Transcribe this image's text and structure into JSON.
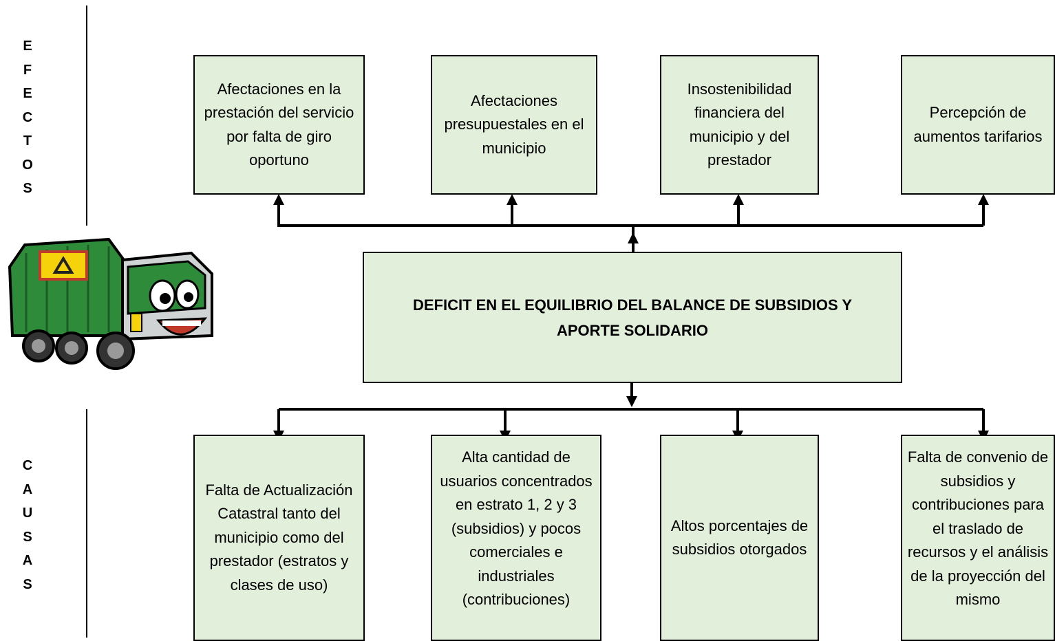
{
  "labels": {
    "effects": [
      "E",
      "F",
      "E",
      "C",
      "T",
      "O",
      "S"
    ],
    "causes": [
      "C",
      "A",
      "U",
      "S",
      "A",
      "S"
    ]
  },
  "problem": "DEFICIT EN EL EQUILIBRIO DEL BALANCE DE SUBSIDIOS Y APORTE SOLIDARIO",
  "effects": [
    "Afectaciones en la prestación del servicio por falta de giro oportuno",
    "Afectaciones presupuestales en el municipio",
    "Insostenibilidad financiera del municipio y del prestador",
    "Percepción de aumentos tarifarios"
  ],
  "causes": [
    "Falta de Actualización Catastral tanto del municipio como del prestador (estratos y clases de uso)",
    "Alta cantidad de usuarios concentrados en estrato 1, 2 y 3 (subsidios) y pocos comerciales e industriales (contribuciones)",
    "Altos porcentajes de subsidios otorgados",
    "Falta de convenio de subsidios y contribuciones para el traslado de recursos y el análisis de la proyección del mismo"
  ],
  "colors": {
    "box_fill": "#e2efda",
    "truck_green": "#2e8b3a"
  },
  "illustration": "garbage-truck-cartoon"
}
